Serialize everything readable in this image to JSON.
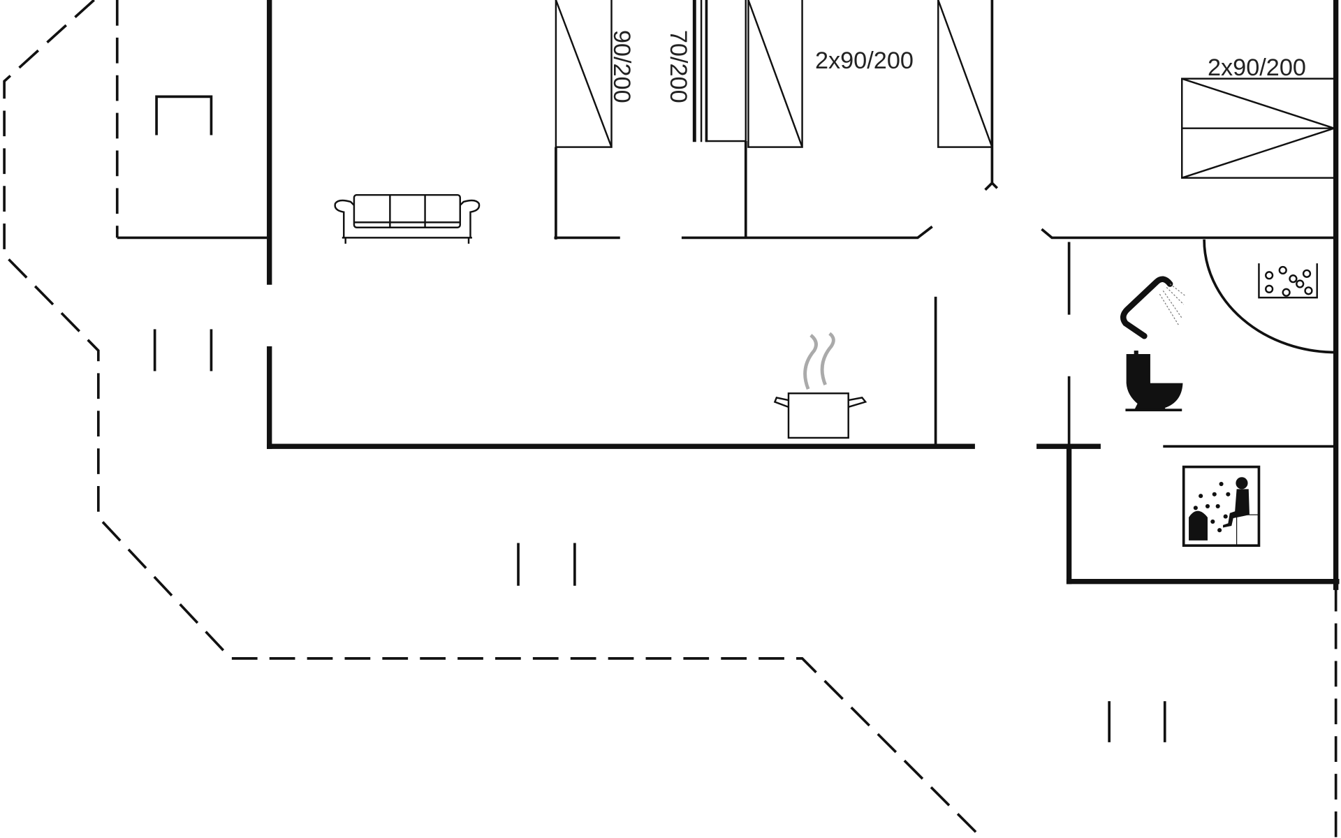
{
  "labels": {
    "bed_1": "90/200",
    "bed_2": "70/200",
    "bed_3": "2x90/200",
    "bed_4": "2x90/200"
  },
  "icons": [
    "sofa-icon",
    "cooking-pot-icon",
    "shower-icon",
    "toilet-icon",
    "whirlpool-icon",
    "sauna-icon"
  ],
  "colors": {
    "line": "#111111",
    "steam": "#aaaaaa"
  }
}
